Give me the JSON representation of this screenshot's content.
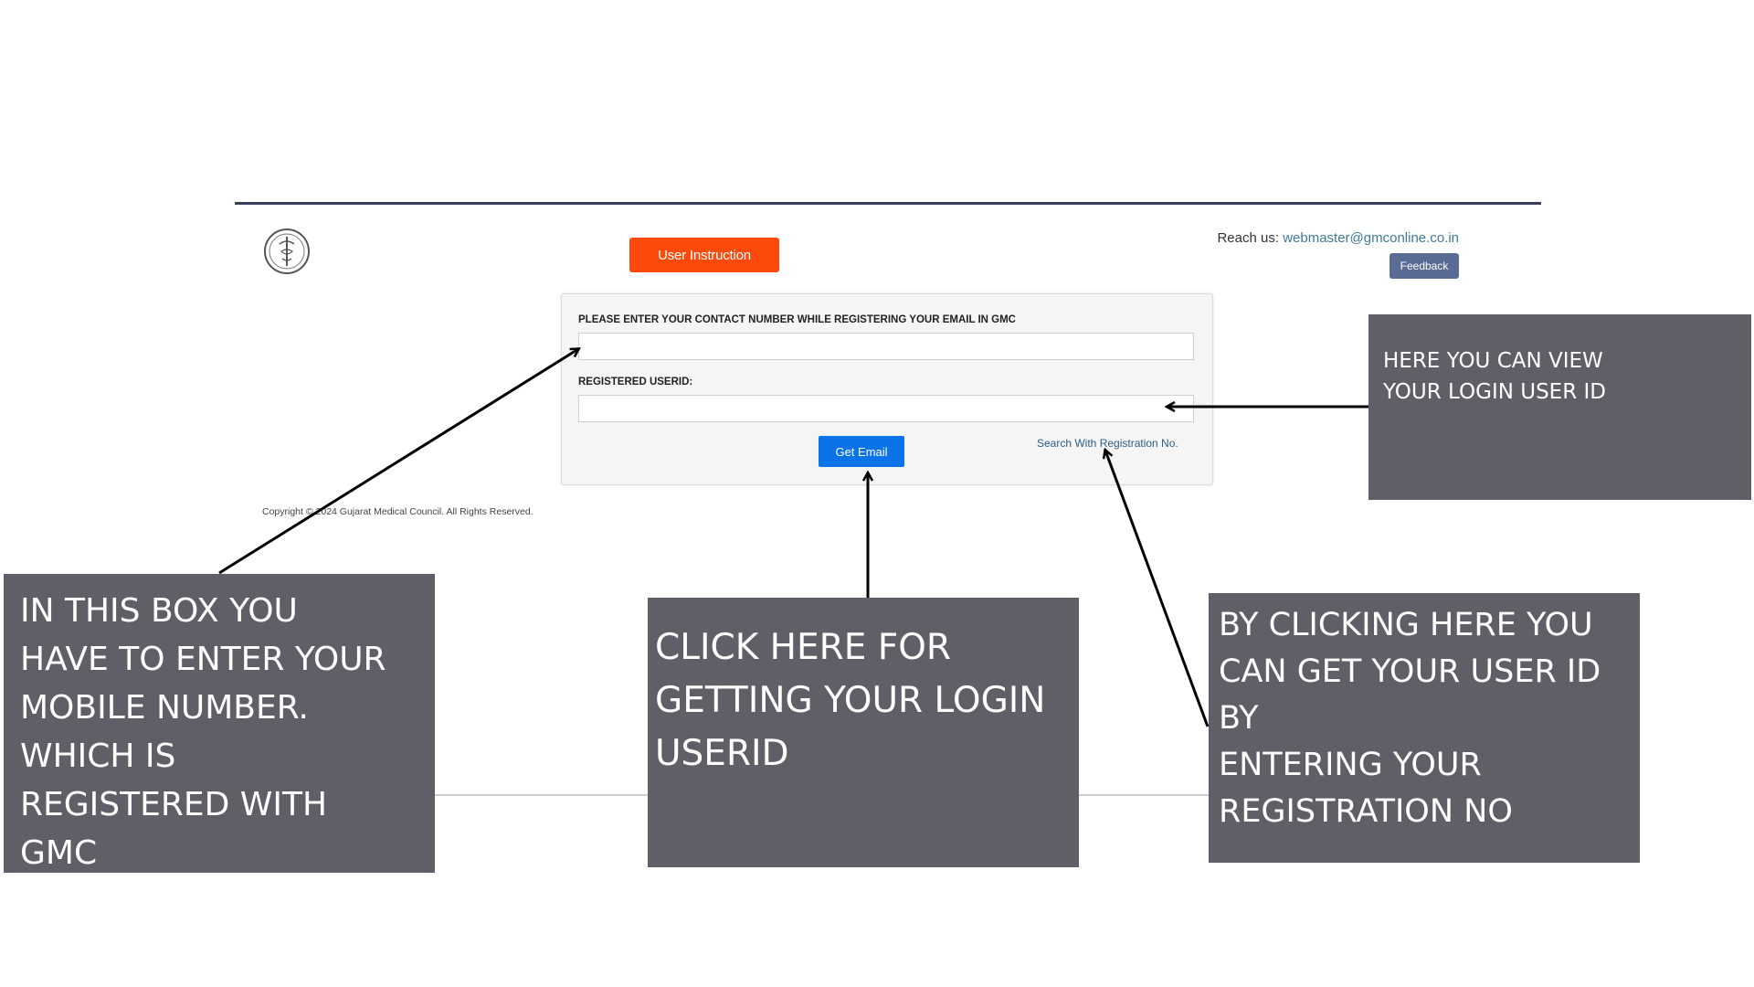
{
  "header": {
    "user_instruction_label": "User Instruction",
    "reach_us_label": "Reach us:",
    "reach_us_email": "webmaster@gmconline.co.in",
    "feedback_label": "Feedback"
  },
  "form": {
    "contact_label": "PLEASE ENTER YOUR CONTACT NUMBER WHILE REGISTERING YOUR EMAIL IN GMC",
    "contact_value": "",
    "userid_label": "REGISTERED USERID:",
    "userid_value": "",
    "get_email_label": "Get Email",
    "search_link_label": "Search With Registration No."
  },
  "footer": {
    "copyright": "Copyright © 2024 Gujarat Medical Council. All Rights Reserved."
  },
  "callouts": {
    "mobile": "IN THIS BOX YOU\nHAVE TO ENTER YOUR\nMOBILE NUMBER.\nWHICH IS\nREGISTERED WITH\nGMC",
    "get_email": "CLICK HERE FOR\nGETTING YOUR  LOGIN\nUSERID",
    "search": "BY CLICKING HERE YOU\nCAN GET YOUR USER ID\nBY\nENTERING YOUR\nREGISTRATION NO",
    "userid": "HERE YOU CAN VIEW\nYOUR LOGIN USER ID"
  },
  "colors": {
    "user_instruction_bg": "#fb4a0c",
    "get_email_bg": "#0a73e8",
    "feedback_bg": "#5a6b94",
    "callout_bg": "#5e5f67",
    "rule": "#3a3e5c"
  },
  "icons": {
    "logo": "gmc-seal-icon"
  }
}
